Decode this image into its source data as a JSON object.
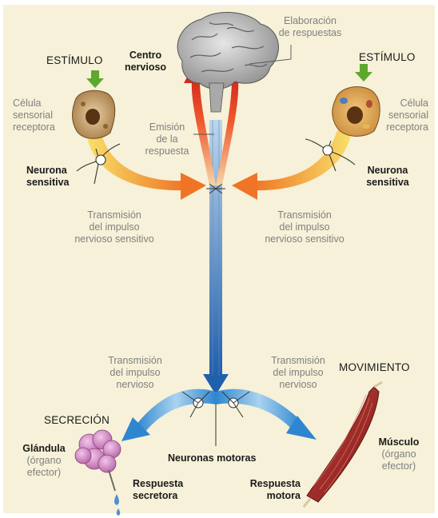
{
  "labels": {
    "elaboracion": [
      "Elaboración",
      "de respuestas"
    ],
    "centro": [
      "Centro",
      "nervioso"
    ],
    "estimulo_left": "ESTÍMULO",
    "estimulo_right": "ESTÍMULO",
    "celula_left": [
      "Célula",
      "sensorial",
      "receptora"
    ],
    "celula_right": [
      "Célula",
      "sensorial",
      "receptora"
    ],
    "emision": [
      "Emisión",
      "de la",
      "respuesta"
    ],
    "neurona_sens_left": [
      "Neurona",
      "sensitiva"
    ],
    "neurona_sens_right": [
      "Neurona",
      "sensitiva"
    ],
    "trans_sens_left": [
      "Transmisión",
      "del impulso",
      "nervioso sensitivo"
    ],
    "trans_sens_right": [
      "Transmisión",
      "del impulso",
      "nervioso sensitivo"
    ],
    "trans_mot_left": [
      "Transmisión",
      "del impulso",
      "nervioso"
    ],
    "trans_mot_right": [
      "Transmisión",
      "del impulso",
      "nervioso"
    ],
    "movimiento": "MOVIMIENTO",
    "secrecion": "SECRECIÓN",
    "glandula": "Glándula",
    "glandula_sub": [
      "(órgano",
      "efector)"
    ],
    "musculo": "Músculo",
    "musculo_sub": [
      "(órgano",
      "efector)"
    ],
    "neuronas_motoras": "Neuronas motoras",
    "resp_secretora": [
      "Respuesta",
      "secretora"
    ],
    "resp_motora": [
      "Respuesta",
      "motora"
    ]
  },
  "colors": {
    "background": "#f6f1d8",
    "sensory_arrow_start": "#f7d24a",
    "sensory_arrow_end": "#f07a26",
    "ascending_arrow": "#e63a22",
    "descending_arrow": "#2f7ec4",
    "motor_arrow": "#5aaedf",
    "stimulus_arrow": "#5da82e",
    "brain": "#b8b8b8",
    "gland": "#d98fc9",
    "muscle": "#9e2a26",
    "cell": "#c79a5a"
  },
  "icons": [
    "brain-icon",
    "sensory-cell-icon",
    "sensory-neuron-icon",
    "motor-neuron-icon",
    "gland-icon",
    "muscle-icon",
    "stimulus-arrow-icon",
    "droplet-icon"
  ]
}
